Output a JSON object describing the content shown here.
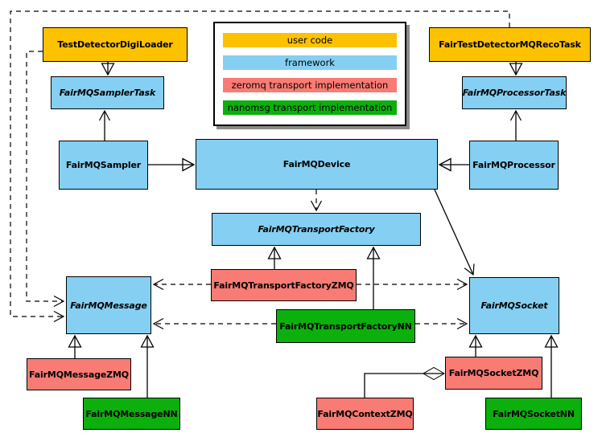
{
  "palette": {
    "user_code": "#fcc200",
    "framework": "#85cff2",
    "zeromq": "#f87c74",
    "nanomsg": "#0cb00c",
    "background": "#ffffff"
  },
  "legend": {
    "items": [
      {
        "label": "user code",
        "category": "user_code"
      },
      {
        "label": "framework",
        "category": "framework"
      },
      {
        "label": "zeromq transport implementation",
        "category": "zeromq"
      },
      {
        "label": "nanomsg transport implementation",
        "category": "nanomsg"
      }
    ]
  },
  "nodes": {
    "testDetectorDigiLoader": {
      "label": "TestDetectorDigiLoader",
      "category": "user_code",
      "abstract": false
    },
    "fairTestDetectorMQRecoTask": {
      "label": "FairTestDetectorMQRecoTask",
      "category": "user_code",
      "abstract": false
    },
    "fairMQSamplerTask": {
      "label": "FairMQSamplerTask",
      "category": "framework",
      "abstract": true
    },
    "fairMQProcessorTask": {
      "label": "FairMQProcessorTask",
      "category": "framework",
      "abstract": true
    },
    "fairMQSampler": {
      "label": "FairMQSampler",
      "category": "framework",
      "abstract": false
    },
    "fairMQDevice": {
      "label": "FairMQDevice",
      "category": "framework",
      "abstract": false
    },
    "fairMQProcessor": {
      "label": "FairMQProcessor",
      "category": "framework",
      "abstract": false
    },
    "fairMQTransportFactory": {
      "label": "FairMQTransportFactory",
      "category": "framework",
      "abstract": true
    },
    "fairMQTransportFactoryZMQ": {
      "label": "FairMQTransportFactoryZMQ",
      "category": "zeromq",
      "abstract": false
    },
    "fairMQTransportFactoryNN": {
      "label": "FairMQTransportFactoryNN",
      "category": "nanomsg",
      "abstract": false
    },
    "fairMQMessage": {
      "label": "FairMQMessage",
      "category": "framework",
      "abstract": true
    },
    "fairMQSocket": {
      "label": "FairMQSocket",
      "category": "framework",
      "abstract": true
    },
    "fairMQMessageZMQ": {
      "label": "FairMQMessageZMQ",
      "category": "zeromq",
      "abstract": false
    },
    "fairMQMessageNN": {
      "label": "FairMQMessageNN",
      "category": "nanomsg",
      "abstract": false
    },
    "fairMQContextZMQ": {
      "label": "FairMQContextZMQ",
      "category": "zeromq",
      "abstract": false
    },
    "fairMQSocketZMQ": {
      "label": "FairMQSocketZMQ",
      "category": "zeromq",
      "abstract": false
    },
    "fairMQSocketNN": {
      "label": "FairMQSocketNN",
      "category": "nanomsg",
      "abstract": false
    }
  },
  "relations": [
    {
      "from": "TestDetectorDigiLoader",
      "to": "FairMQSamplerTask",
      "kind": "inheritance-triangle",
      "style": "solid"
    },
    {
      "from": "FairTestDetectorMQRecoTask",
      "to": "FairMQProcessorTask",
      "kind": "inheritance-triangle",
      "style": "solid"
    },
    {
      "from": "FairMQSampler",
      "to": "FairMQSamplerTask",
      "kind": "open-arrow",
      "style": "solid"
    },
    {
      "from": "FairMQProcessor",
      "to": "FairMQProcessorTask",
      "kind": "open-arrow",
      "style": "solid"
    },
    {
      "from": "FairMQSampler",
      "to": "FairMQDevice",
      "kind": "inheritance-triangle",
      "style": "solid"
    },
    {
      "from": "FairMQProcessor",
      "to": "FairMQDevice",
      "kind": "inheritance-triangle",
      "style": "solid"
    },
    {
      "from": "FairMQDevice",
      "to": "FairMQTransportFactory",
      "kind": "open-arrow",
      "style": "dashed"
    },
    {
      "from": "FairMQDevice",
      "to": "FairMQSocket",
      "kind": "open-arrow",
      "style": "solid"
    },
    {
      "from": "FairMQTransportFactoryZMQ",
      "to": "FairMQTransportFactory",
      "kind": "inheritance-triangle",
      "style": "solid"
    },
    {
      "from": "FairMQTransportFactoryNN",
      "to": "FairMQTransportFactory",
      "kind": "inheritance-triangle",
      "style": "solid"
    },
    {
      "from": "FairMQTransportFactoryZMQ",
      "to": "FairMQMessage",
      "kind": "open-arrow",
      "style": "dashed"
    },
    {
      "from": "FairMQTransportFactoryZMQ",
      "to": "FairMQSocket",
      "kind": "open-arrow",
      "style": "dashed"
    },
    {
      "from": "FairMQTransportFactoryNN",
      "to": "FairMQMessage",
      "kind": "open-arrow",
      "style": "dashed"
    },
    {
      "from": "FairMQTransportFactoryNN",
      "to": "FairMQSocket",
      "kind": "open-arrow",
      "style": "dashed"
    },
    {
      "from": "TestDetectorDigiLoader",
      "to": "FairMQMessage",
      "kind": "open-arrow",
      "style": "dashed"
    },
    {
      "from": "FairTestDetectorMQRecoTask",
      "to": "FairMQMessage",
      "kind": "open-arrow",
      "style": "dashed"
    },
    {
      "from": "FairMQMessageZMQ",
      "to": "FairMQMessage",
      "kind": "inheritance-triangle",
      "style": "solid"
    },
    {
      "from": "FairMQMessageNN",
      "to": "FairMQMessage",
      "kind": "inheritance-triangle",
      "style": "solid"
    },
    {
      "from": "FairMQSocketZMQ",
      "to": "FairMQSocket",
      "kind": "inheritance-triangle",
      "style": "solid"
    },
    {
      "from": "FairMQSocketNN",
      "to": "FairMQSocket",
      "kind": "inheritance-triangle",
      "style": "solid"
    },
    {
      "from": "FairMQContextZMQ",
      "to": "FairMQSocketZMQ",
      "kind": "composition-diamond",
      "style": "solid"
    }
  ]
}
